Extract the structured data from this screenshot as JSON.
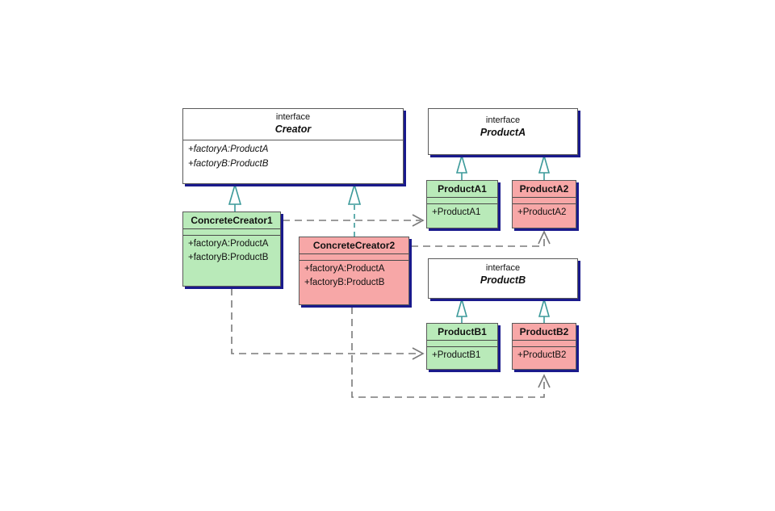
{
  "diagram": {
    "title": "Abstract Factory / Factory Method UML class diagram",
    "type": "uml-class-diagram",
    "colors": {
      "interface_fill": "#ffffff",
      "concrete_green_fill": "#b9eab9",
      "concrete_red_fill": "#f7a7a7",
      "border": "#5a5a5a",
      "shadow": "#1a1a8c",
      "realization_line": "#3c9a9a",
      "dependency_line": "#7a7a7a",
      "background": "#ffffff"
    },
    "stereotype_keyword": "interface"
  },
  "nodes": {
    "creator": {
      "stereotype": "interface",
      "name": "Creator",
      "operations": [
        "+factoryA:ProductA",
        "+factoryB:ProductB"
      ]
    },
    "product_a": {
      "stereotype": "interface",
      "name": "ProductA",
      "operations": []
    },
    "product_b": {
      "stereotype": "interface",
      "name": "ProductB",
      "operations": []
    },
    "concrete_creator_1": {
      "name": "ConcreteCreator1",
      "operations": [
        "+factoryA:ProductA",
        "+factoryB:ProductB"
      ]
    },
    "concrete_creator_2": {
      "name": "ConcreteCreator2",
      "operations": [
        "+factoryA:ProductA",
        "+factoryB:ProductB"
      ]
    },
    "product_a1": {
      "name": "ProductA1",
      "operations": [
        "+ProductA1"
      ]
    },
    "product_a2": {
      "name": "ProductA2",
      "operations": [
        "+ProductA2"
      ]
    },
    "product_b1": {
      "name": "ProductB1",
      "operations": [
        "+ProductB1"
      ]
    },
    "product_b2": {
      "name": "ProductB2",
      "operations": [
        "+ProductB2"
      ]
    }
  },
  "edges": [
    {
      "id": "cc1-creator",
      "from": "ConcreteCreator1",
      "to": "Creator",
      "kind": "realization",
      "style": "solid",
      "head": "hollow-triangle"
    },
    {
      "id": "cc2-creator",
      "from": "ConcreteCreator2",
      "to": "Creator",
      "kind": "realization",
      "style": "dashed",
      "head": "hollow-triangle"
    },
    {
      "id": "pa1-pa",
      "from": "ProductA1",
      "to": "ProductA",
      "kind": "realization",
      "style": "solid",
      "head": "hollow-triangle"
    },
    {
      "id": "pa2-pa",
      "from": "ProductA2",
      "to": "ProductA",
      "kind": "realization",
      "style": "solid",
      "head": "hollow-triangle"
    },
    {
      "id": "pb1-pb",
      "from": "ProductB1",
      "to": "ProductB",
      "kind": "realization",
      "style": "solid",
      "head": "hollow-triangle"
    },
    {
      "id": "pb2-pb",
      "from": "ProductB2",
      "to": "ProductB",
      "kind": "realization",
      "style": "solid",
      "head": "hollow-triangle"
    },
    {
      "id": "cc1-pa1",
      "from": "ConcreteCreator1",
      "to": "ProductA1",
      "kind": "dependency",
      "style": "dashed",
      "head": "open-arrow"
    },
    {
      "id": "cc1-pb1",
      "from": "ConcreteCreator1",
      "to": "ProductB1",
      "kind": "dependency",
      "style": "dashed",
      "head": "open-arrow"
    },
    {
      "id": "cc2-pa2",
      "from": "ConcreteCreator2",
      "to": "ProductA2",
      "kind": "dependency",
      "style": "dashed",
      "head": "open-arrow"
    },
    {
      "id": "cc2-pb2",
      "from": "ConcreteCreator2",
      "to": "ProductB2",
      "kind": "dependency",
      "style": "dashed",
      "head": "open-arrow"
    }
  ]
}
